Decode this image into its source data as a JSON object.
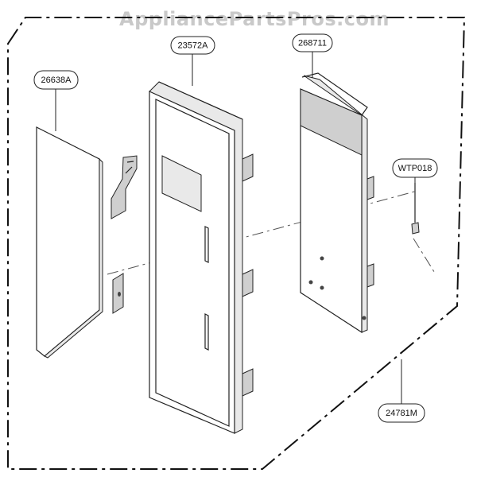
{
  "watermark": "AppliancePartsPros.com",
  "labels": {
    "membrane_keypad": "26638A",
    "control_panel_frame": "23572A",
    "pcb_assembly": "268711",
    "screw": "WTP018",
    "panel_assembly": "24781M"
  }
}
